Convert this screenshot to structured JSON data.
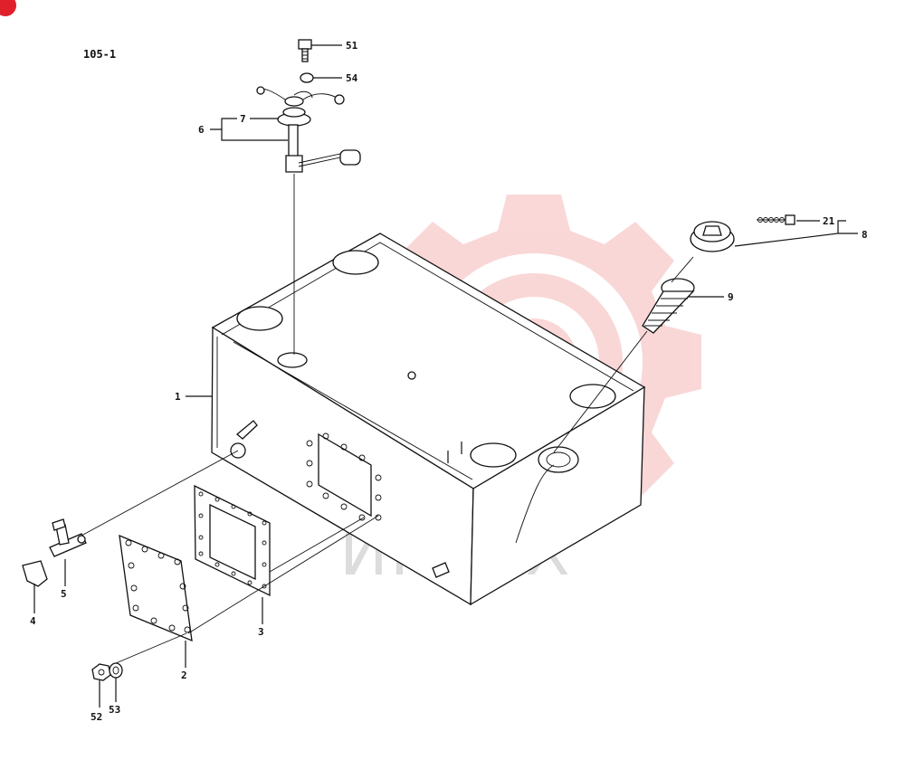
{
  "sheet_code": "105-1",
  "watermark_text": "ИНТЕХ",
  "colors": {
    "watermark_red": "#f5b8b8",
    "corner_badge": "#e0202a",
    "ink": "#111111"
  },
  "callouts": [
    {
      "id": "c1",
      "text": "1"
    },
    {
      "id": "c2",
      "text": "2"
    },
    {
      "id": "c3",
      "text": "3"
    },
    {
      "id": "c4",
      "text": "4"
    },
    {
      "id": "c5",
      "text": "5"
    },
    {
      "id": "c6",
      "text": "6"
    },
    {
      "id": "c7",
      "text": "7"
    },
    {
      "id": "c8",
      "text": "8"
    },
    {
      "id": "c9",
      "text": "9"
    },
    {
      "id": "c21",
      "text": "21"
    },
    {
      "id": "c51",
      "text": "51"
    },
    {
      "id": "c52",
      "text": "52"
    },
    {
      "id": "c53",
      "text": "53"
    },
    {
      "id": "c54",
      "text": "54"
    }
  ]
}
